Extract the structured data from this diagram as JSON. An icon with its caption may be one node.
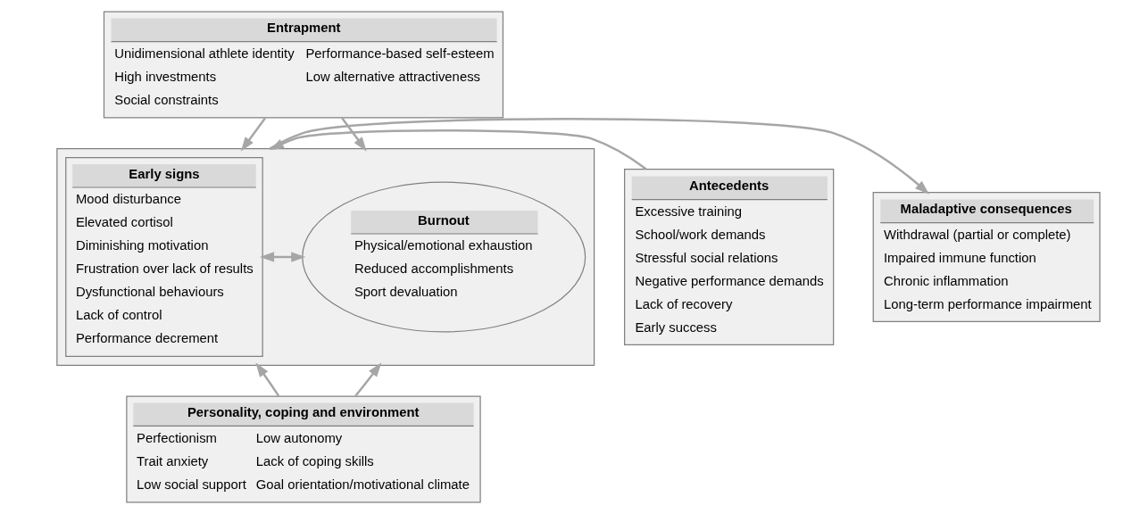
{
  "diagram": {
    "nodes": [
      {
        "text": [
          "Entrapment",
          "Unidimensional athlete identity",
          "High investments",
          "Social constraints",
          "Performance-based self-esteem",
          "Low alternative attractiveness"
        ]
      },
      {
        "text": [
          "Antecedents",
          "Excessive training",
          "School/work demands",
          "Stressful social relations",
          "Negative performance demands",
          "Lack of recovery",
          "Early success"
        ]
      },
      {
        "text": [],
        "shape": "box"
      },
      {
        "text": [
          "Early signs",
          "Mood disturbance",
          "Elevated cortisol",
          "Diminishing motivation",
          "Frustration over lack of results",
          "Dysfunctional behaviours",
          "Lack of control",
          "Performance decrement"
        ],
        "in": 2
      },
      {
        "text": [
          "Burnout",
          "Physical/emotional exhaustion",
          "Reduced accomplishments",
          "Sport devaluation"
        ],
        "in": 2
      },
      {
        "text": [
          "Maladaptive consequences",
          "Withdrawal (partial or complete)",
          "Impaired immune function",
          "Chronic inflammation",
          "Long-term performance impairment"
        ]
      },
      {
        "text": [
          "Personality, coping and environment",
          "Perfectionism",
          "Trait anxiety",
          "Low social support",
          "Low autonomy",
          "Lack of coping skills",
          "Goal orientation/motivational climate"
        ]
      }
    ],
    "edges": [
      {
        "from": 0,
        "to": 2,
        "arrow": "to"
      },
      {
        "from": 0,
        "to": 2,
        "arrow": "to"
      },
      {
        "from": 1,
        "to": 2,
        "arrow": "to"
      },
      {
        "from": 3,
        "to": 4,
        "arrow": "both"
      },
      {
        "from": 2,
        "to": 5,
        "arrow": "to"
      },
      {
        "from": 6,
        "to": 2,
        "arrow": "to"
      },
      {
        "from": 6,
        "to": 2,
        "arrow": "to"
      }
    ]
  }
}
